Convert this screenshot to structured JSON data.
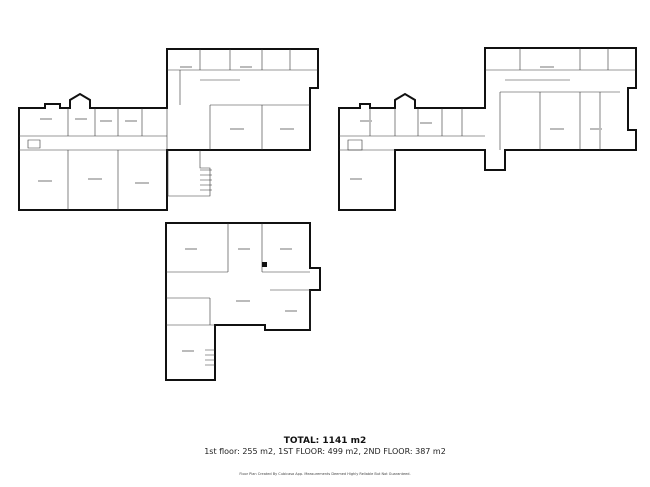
{
  "summary": {
    "total": "TOTAL: 1141 m2",
    "breakdown": "1st floor: 255 m2, 1ST FLOOR: 499 m2, 2ND FLOOR: 387 m2",
    "footer": "Floor Plan Created By Cubicasa App. Measurements Deemed Highly Reliable But Not Guaranteed."
  },
  "colors": {
    "walls": "#111111",
    "background": "#ffffff"
  }
}
